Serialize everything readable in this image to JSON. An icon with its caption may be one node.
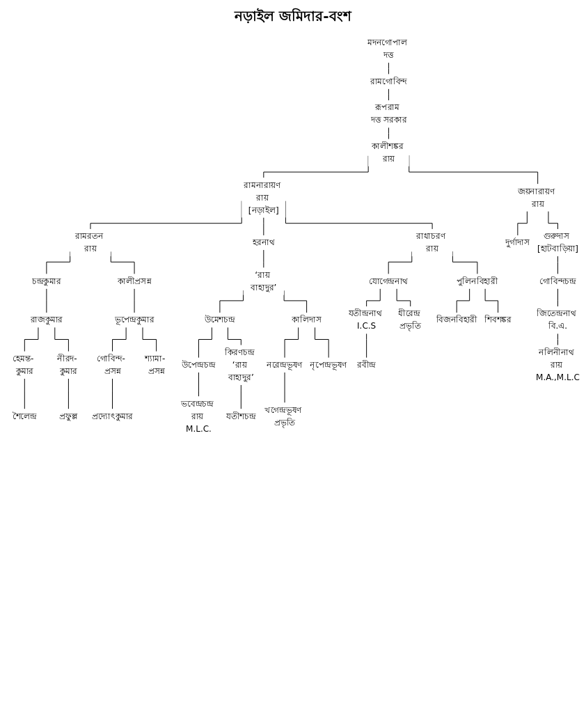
{
  "diagram": {
    "title": "নড়াইল জমিদার-বংশ",
    "nodes": [
      {
        "text": [
          "মদনগোপাল দত্ত"
        ]
      },
      {
        "text": [
          "রামগোবিন্দ"
        ]
      },
      {
        "text": [
          "রূপরাম দত্ত সরকার"
        ]
      },
      {
        "text": [
          "কালীশঙ্কর রায়"
        ]
      },
      {
        "text": [
          "রামনারায়ণ রায় [নড়াইল]"
        ]
      },
      {
        "text": [
          "জয়নারায়ণ রায়"
        ]
      },
      {
        "text": [
          "রামরতন রায়"
        ]
      },
      {
        "text": [
          "হরনাথ"
        ]
      },
      {
        "text": [
          "‘রায় বাহাদুর’"
        ]
      },
      {
        "text": [
          "রাধাচরণ রায়"
        ]
      },
      {
        "text": [
          "দুর্গাদাস"
        ]
      },
      {
        "text": [
          "গুরুদাস [হাটবাড়িয়া]"
        ]
      },
      {
        "text": [
          "চন্দ্রকুমার"
        ]
      },
      {
        "text": [
          "কালীপ্রসন্ন"
        ]
      },
      {
        "text": [
          "উমেশচন্দ্র"
        ]
      },
      {
        "text": [
          "কালিদাস"
        ]
      },
      {
        "text": [
          "যোগেন্দ্রনাথ"
        ]
      },
      {
        "text": [
          "পুলিনবিহারী"
        ]
      },
      {
        "text": [
          "গোবিন্দচন্দ্র"
        ]
      },
      {
        "text": [
          "জিতেন্দ্রনাথ বি.এ."
        ]
      },
      {
        "text": [
          "নলিনীনাথ রায় M.A.,M.L.C"
        ]
      },
      {
        "text": [
          "রাজকুমার"
        ]
      },
      {
        "text": [
          "ভূপেন্দ্রকুমার"
        ]
      },
      {
        "text": [
          "হেমন্ত- কুমার"
        ]
      },
      {
        "text": [
          "নীরদ- কুমার"
        ]
      },
      {
        "text": [
          "গোবিন্দ- প্রসন্ন"
        ]
      },
      {
        "text": [
          "শ্যামা- প্রসন্ন"
        ]
      },
      {
        "text": [
          "শৈলেন্দ্র"
        ]
      },
      {
        "text": [
          "প্রফুল্ল"
        ]
      },
      {
        "text": [
          "প্রদ্যোৎকুমার"
        ]
      },
      {
        "text": [
          "যতীন্দ্রনাথ I.C.S"
        ]
      },
      {
        "text": [
          "ধীরেন্দ্র প্রভৃতি"
        ]
      },
      {
        "text": [
          "রবীন্দ্র"
        ]
      },
      {
        "text": [
          "বিজনবিহারী"
        ]
      },
      {
        "text": [
          "শিবশঙ্কর"
        ]
      },
      {
        "text": [
          "উপেন্দ্রচন্দ্র"
        ]
      },
      {
        "text": [
          "কিরণচন্দ্র ‘রায় বাহাদুর’"
        ]
      },
      {
        "text": [
          "নরেন্দ্রভূষণ"
        ]
      },
      {
        "text": [
          "নৃপেন্দ্রভূষণ"
        ]
      },
      {
        "text": [
          "ভবেন্দ্রচন্দ্র রায় M.L.C."
        ]
      },
      {
        "text": [
          "যতীশচন্দ্র"
        ]
      },
      {
        "text": [
          "খগেন্দ্রভূষণ প্রভৃতি"
        ]
      }
    ],
    "edges": [
      {
        "from": 0,
        "to": 1,
        "arrow": "none"
      },
      {
        "from": 1,
        "to": 2,
        "arrow": "none"
      },
      {
        "from": 2,
        "to": 3,
        "arrow": "none"
      },
      {
        "from": 3,
        "to": 4,
        "arrow": "none"
      },
      {
        "from": 3,
        "to": 5,
        "arrow": "none"
      },
      {
        "from": 4,
        "to": 6,
        "arrow": "none"
      },
      {
        "from": 4,
        "to": 7,
        "arrow": "none"
      },
      {
        "from": 4,
        "to": 9,
        "arrow": "none"
      },
      {
        "from": 7,
        "to": 8,
        "arrow": "none"
      },
      {
        "from": 5,
        "to": 10,
        "arrow": "none"
      },
      {
        "from": 5,
        "to": 11,
        "arrow": "none"
      },
      {
        "from": 6,
        "to": 12,
        "arrow": "none"
      },
      {
        "from": 6,
        "to": 13,
        "arrow": "none"
      },
      {
        "from": 8,
        "to": 14,
        "arrow": "none"
      },
      {
        "from": 8,
        "to": 15,
        "arrow": "none"
      },
      {
        "from": 9,
        "to": 16,
        "arrow": "none"
      },
      {
        "from": 9,
        "to": 17,
        "arrow": "none"
      },
      {
        "from": 11,
        "to": 18,
        "arrow": "none"
      },
      {
        "from": 18,
        "to": 19,
        "arrow": "none"
      },
      {
        "from": 19,
        "to": 20,
        "arrow": "none"
      },
      {
        "from": 12,
        "to": 21,
        "arrow": "none"
      },
      {
        "from": 13,
        "to": 22,
        "arrow": "none"
      },
      {
        "from": 21,
        "to": 23,
        "arrow": "none"
      },
      {
        "from": 21,
        "to": 24,
        "arrow": "none"
      },
      {
        "from": 22,
        "to": 25,
        "arrow": "none"
      },
      {
        "from": 22,
        "to": 26,
        "arrow": "none"
      },
      {
        "from": 23,
        "to": 27,
        "arrow": "none"
      },
      {
        "from": 24,
        "to": 28,
        "arrow": "none"
      },
      {
        "from": 25,
        "to": 29,
        "arrow": "none"
      },
      {
        "from": 16,
        "to": 30,
        "arrow": "none"
      },
      {
        "from": 16,
        "to": 31,
        "arrow": "none"
      },
      {
        "from": 30,
        "to": 32,
        "arrow": "none"
      },
      {
        "from": 17,
        "to": 33,
        "arrow": "none"
      },
      {
        "from": 17,
        "to": 34,
        "arrow": "none"
      },
      {
        "from": 14,
        "to": 35,
        "arrow": "none"
      },
      {
        "from": 14,
        "to": 36,
        "arrow": "none"
      },
      {
        "from": 15,
        "to": 37,
        "arrow": "none"
      },
      {
        "from": 15,
        "to": 38,
        "arrow": "none"
      },
      {
        "from": 35,
        "to": 39,
        "arrow": "none"
      },
      {
        "from": 36,
        "to": 40,
        "arrow": "none"
      },
      {
        "from": 37,
        "to": 41,
        "arrow": "none"
      }
    ]
  }
}
